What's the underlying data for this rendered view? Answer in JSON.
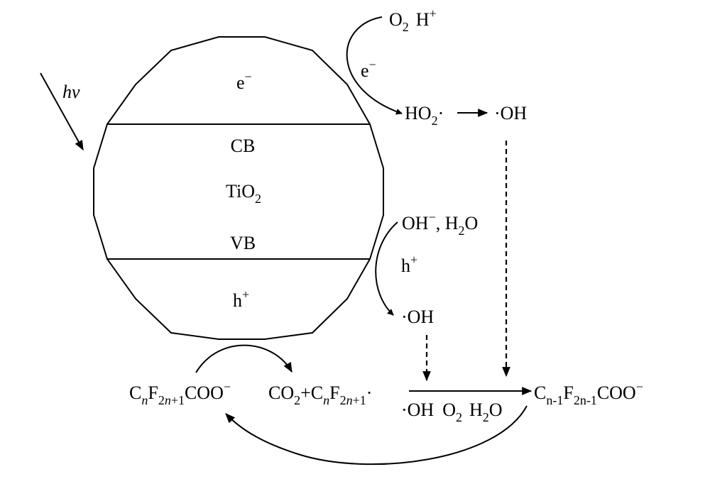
{
  "particle": {
    "electron": "e",
    "electron_sup": "−",
    "cb": "CB",
    "material": "TiO",
    "material_sub": "2",
    "vb": "VB",
    "hole": "h",
    "hole_sup": "+"
  },
  "light": {
    "label": "hv"
  },
  "reduction": {
    "o2": "O",
    "o2_sub": "2",
    "h": "H",
    "h_sup": "+",
    "electron": "e",
    "electron_sup": "−",
    "ho2": "HO",
    "ho2_sub": "2",
    "ho2_dot": "·",
    "oh": "·OH"
  },
  "oxidation": {
    "oh_minus": "OH",
    "oh_minus_sup": "−",
    "h2o": ", H",
    "h2o_sub": "2",
    "h2o_o": "O",
    "hole": "h",
    "hole_sup": "+",
    "oh": "·OH"
  },
  "reactant": {
    "c": "C",
    "n": "n",
    "f": "F",
    "sub2": "2",
    "subn": "n",
    "sub1": "+1",
    "coo": "COO",
    "sup": "−"
  },
  "intermediate": {
    "co2": "CO",
    "co2_sub": "2",
    "plus_c": "+C",
    "n": "n",
    "f": "F",
    "sub2": "2",
    "subn": "n",
    "sub1": "+1",
    "dot": "·"
  },
  "conditions": {
    "oh": "·OH",
    "o2": "O",
    "o2_sub": "2",
    "h2o": "H",
    "h2o_sub": "2",
    "h2o_o": "O"
  },
  "product": {
    "c": "C",
    "c_sub": "n-1",
    "f": "F",
    "f_sub": "2n-1",
    "coo": "COO",
    "sup": "−"
  }
}
